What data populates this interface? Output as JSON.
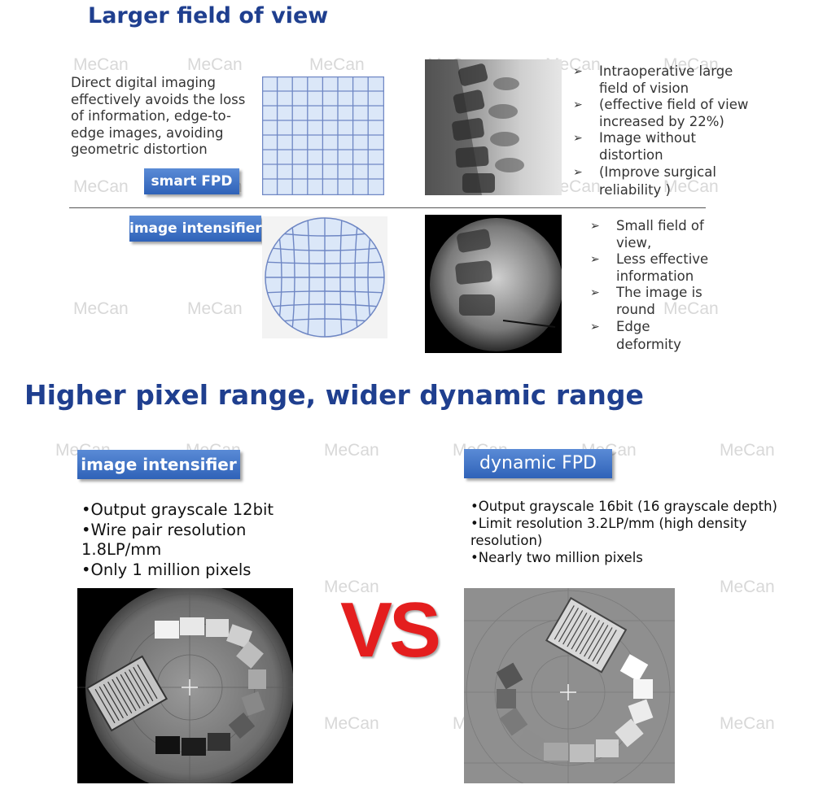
{
  "section1": {
    "title": "Larger field of view",
    "fpd_description": "Direct digital imaging\neffectively avoids the loss\nof information, edge-to-\nedge images, avoiding\ngeometric distortion",
    "fpd_badge": "smart FPD",
    "fpd_points": [
      "Intraoperative large\nfield of vision",
      "(effective field of view\nincreased by 22%)",
      "Image without\ndistortion",
      "(Improve surgical\nreliability )"
    ],
    "ii_badge": "image intensifier",
    "ii_points": [
      "Small field of\nview,",
      " Less effective\ninformation",
      "The image is\nround",
      "     Edge\ndeformity"
    ]
  },
  "section2": {
    "title": "Higher pixel range, wider dynamic range",
    "left_badge": "image intensifier",
    "left_specs": "•Output grayscale 12bit\n•Wire pair resolution\n1.8LP/mm\n•Only 1 million pixels",
    "vs_label": "VS",
    "right_badge": "dynamic FPD",
    "right_specs": "•Output grayscale 16bit (16 grayscale depth)\n•Limit resolution 3.2LP/mm (high density\nresolution)\n•Nearly two million pixels"
  },
  "watermark": "MeCan",
  "colors": {
    "title": "#1f3f8f",
    "badge": "#3a6cc0",
    "vs": "#e41e1e",
    "grid": "#6f87c4"
  }
}
